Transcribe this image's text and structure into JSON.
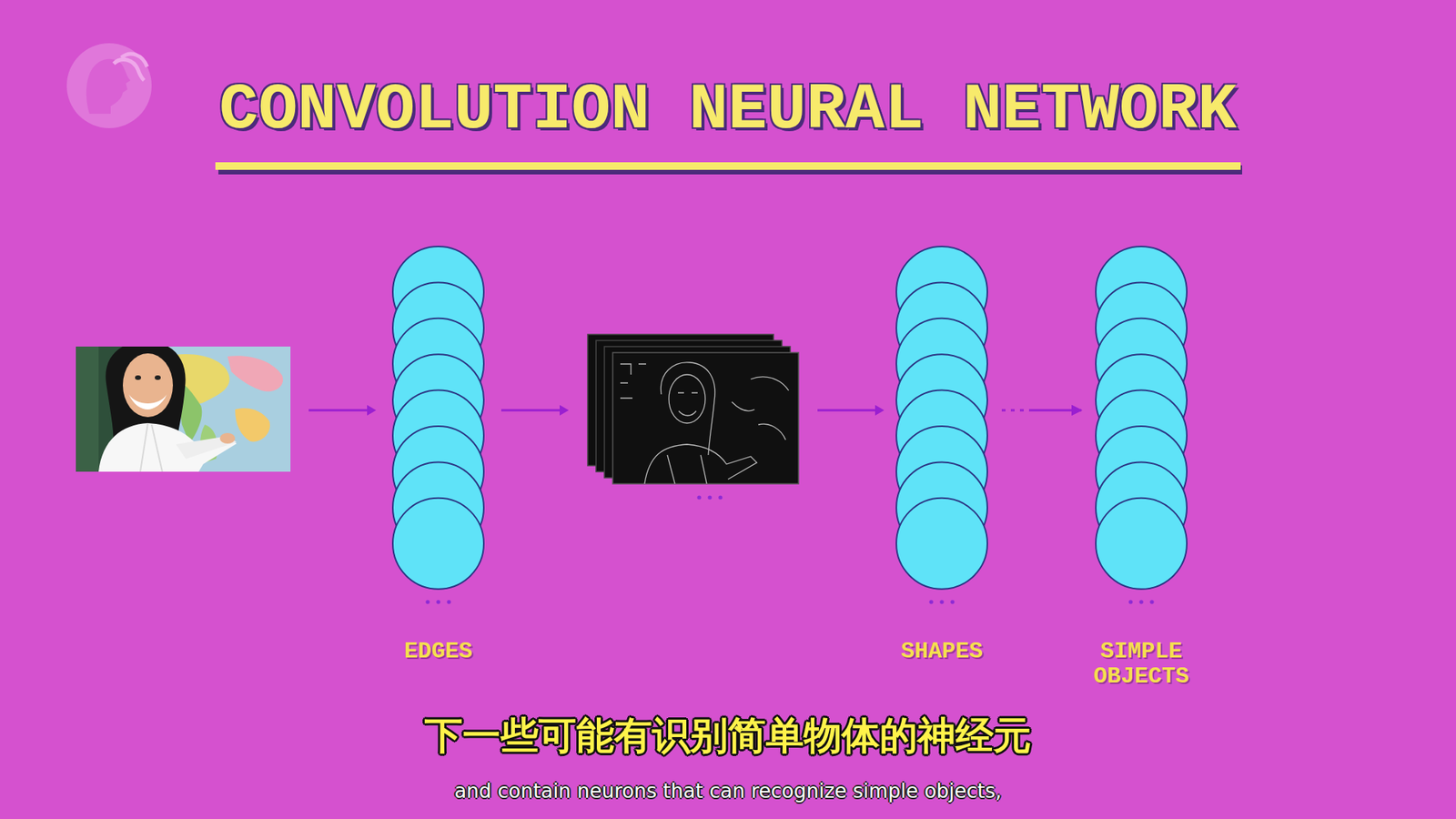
{
  "diagram": {
    "title": "CONVOLUTION NEURAL NETWORK",
    "nodes": [
      {
        "text": [
          "EDGES"
        ]
      },
      {
        "text": [
          "SHAPES"
        ]
      },
      {
        "text": [
          "SIMPLE OBJECTS"
        ]
      }
    ],
    "edges": [
      {
        "from": 1,
        "to": 2,
        "arrow": "to"
      }
    ],
    "labels": [
      "下一些可能有识别简单物体的神经元",
      "and contain neurons that can recognize simple objects,"
    ]
  }
}
